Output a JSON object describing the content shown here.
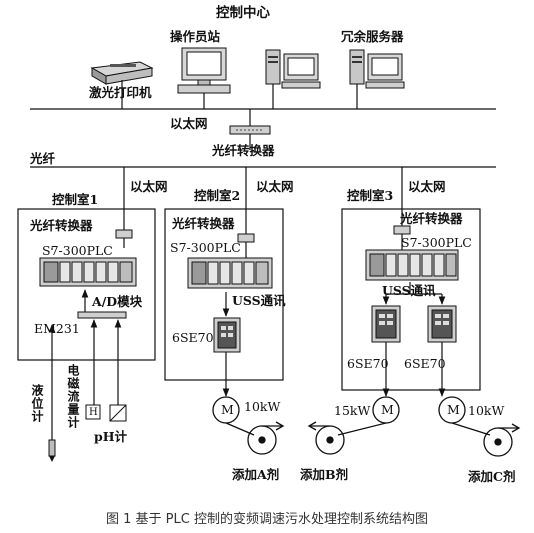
{
  "labels": {
    "control_center": "控制中心",
    "operator_station": "操作员站",
    "redundant_server": "冗余服务器",
    "laser_printer": "激光打印机",
    "ethernet_top": "以太网",
    "fiber_converter_main": "光纤转换器",
    "fiber": "光纤",
    "ethernet_1": "以太网",
    "ethernet_2": "以太网",
    "ethernet_3": "以太网",
    "room1": "控制室1",
    "room2": "控制室2",
    "room3": "控制室3",
    "room1_converter": "光纤转换器",
    "room2_converter": "光纤转换器",
    "room3_converter": "光纤转换器",
    "room1_plc": "S7-300PLC",
    "room2_plc": "S7-300PLC",
    "room3_plc": "S7-300PLC",
    "ad_module": "A/D模块",
    "em231": "EM231",
    "uss2": "USS通讯",
    "uss3": "USS通讯",
    "drive2": "6SE70",
    "drive3a": "6SE70",
    "drive3b": "6SE70",
    "motor_a": "M",
    "motor_b": "M",
    "motor_c": "M",
    "power_a": "10kW",
    "power_b": "15kW",
    "power_c": "10kW",
    "pump_a": "添加A剂",
    "pump_b": "添加B剂",
    "pump_c": "添加C剂",
    "level_meter": "液位计",
    "flow_meter": "电磁流量计",
    "ph_meter": "pH计",
    "h_box": "H",
    "caption": "图 1   基于 PLC 控制的变频调速污水处理控制系统结构图"
  },
  "colors": {
    "line": "#111111",
    "device": "#c8c8c8",
    "caption": "#333333"
  },
  "icons": [
    "printer-icon",
    "computer-icon",
    "server-icon",
    "switch-icon",
    "plc-rack-icon",
    "inverter-icon",
    "motor-icon",
    "pump-icon"
  ]
}
